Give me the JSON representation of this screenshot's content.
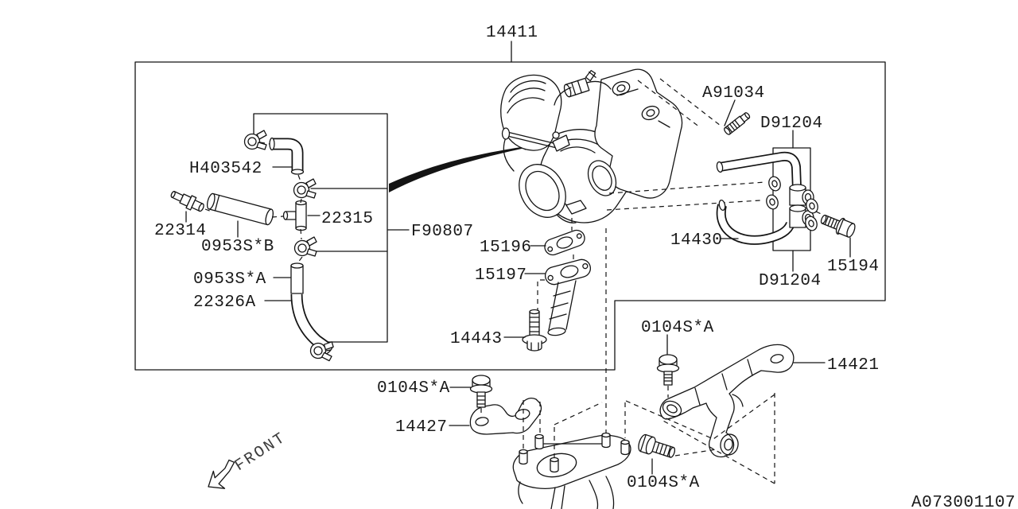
{
  "meta": {
    "line_color": "#141414",
    "background_color": "#ffffff"
  },
  "footer": {
    "drawing_code": "A073001107"
  },
  "orientation": {
    "front": "FRONT"
  },
  "labels": {
    "l14411": "14411",
    "h403542": "H403542",
    "l22314": "22314",
    "c0953sb": "0953S*B",
    "l22315": "22315",
    "f90807": "F90807",
    "c0953sa": "0953S*A",
    "l22326a": "22326A",
    "l15196": "15196",
    "l15197": "15197",
    "l14443": "14443",
    "a91034": "A91034",
    "d91204a": "D91204",
    "l14430": "14430",
    "l15194": "15194",
    "d91204b": "D91204",
    "b0104sa1": "0104S*A",
    "l14427": "14427",
    "b0104sa2": "0104S*A",
    "b0104sa3": "0104S*A",
    "l14421": "14421"
  }
}
